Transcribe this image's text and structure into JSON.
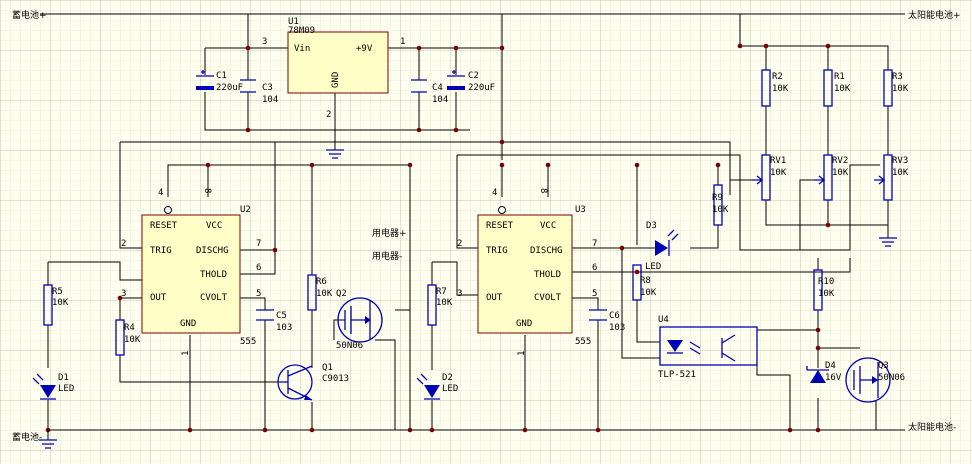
{
  "grid": {
    "minor": "#d8d8c8",
    "major": "#b8b8a8"
  },
  "colors": {
    "component": "#0000b4",
    "wire": "#000000",
    "chip_fill": "#ffffc8",
    "chip_border": "#7a0000",
    "junction": "#7a0000"
  },
  "terminals": {
    "battery_plus": "蓄电池+",
    "solar_plus": "太阳能电池+",
    "battery_minus": "蓄电池-",
    "solar_minus": "太阳能电池-",
    "load_plus": "用电器+",
    "load_minus": "用电器-"
  },
  "regulator": {
    "ref": "U1",
    "part": "78M09",
    "vin": "Vin",
    "vout": "+9V",
    "gnd": "GND",
    "pin_in": "3",
    "pin_out": "1",
    "pin_gnd": "2"
  },
  "timer1": {
    "ref": "U2",
    "part": "555",
    "reset": "RESET",
    "vcc": "VCC",
    "trig": "TRIG",
    "dischg": "DISCHG",
    "thold": "THOLD",
    "out": "OUT",
    "cvolt": "CVOLT",
    "gnd": "GND",
    "pin_reset": "4",
    "pin_vcc": "8",
    "pin_trig": "2",
    "pin_dischg": "7",
    "pin_thold": "6",
    "pin_out": "3",
    "pin_cvolt": "5",
    "pin_gnd": "1"
  },
  "timer2": {
    "ref": "U3",
    "part": "555",
    "reset": "RESET",
    "vcc": "VCC",
    "trig": "TRIG",
    "dischg": "DISCHG",
    "thold": "THOLD",
    "out": "OUT",
    "cvolt": "CVOLT",
    "gnd": "GND",
    "pin_reset": "4",
    "pin_vcc": "8",
    "pin_trig": "2",
    "pin_dischg": "7",
    "pin_thold": "6",
    "pin_out": "3",
    "pin_cvolt": "5",
    "pin_gnd": "1"
  },
  "capacitors": {
    "c1": {
      "ref": "C1",
      "value": "220uF"
    },
    "c2": {
      "ref": "C2",
      "value": "220uF"
    },
    "c3": {
      "ref": "C3",
      "value": "104"
    },
    "c4": {
      "ref": "C4",
      "value": "104"
    },
    "c5": {
      "ref": "C5",
      "value": "103"
    },
    "c6": {
      "ref": "C6",
      "value": "103"
    }
  },
  "resistors": {
    "r1": {
      "ref": "R1",
      "value": "10K"
    },
    "r2": {
      "ref": "R2",
      "value": "10K"
    },
    "r3": {
      "ref": "R3",
      "value": "10K"
    },
    "r4": {
      "ref": "R4",
      "value": "10K"
    },
    "r5": {
      "ref": "R5",
      "value": "10K"
    },
    "r6": {
      "ref": "R6",
      "value": "10K"
    },
    "r7": {
      "ref": "R7",
      "value": "10K"
    },
    "r8": {
      "ref": "R8",
      "value": "10K"
    },
    "r9": {
      "ref": "R9",
      "value": "10K"
    },
    "r10": {
      "ref": "R10",
      "value": "10K"
    }
  },
  "pots": {
    "rv1": {
      "ref": "RV1",
      "value": "10K"
    },
    "rv2": {
      "ref": "RV2",
      "value": "10K"
    },
    "rv3": {
      "ref": "RV3",
      "value": "10K"
    }
  },
  "diodes": {
    "d1": {
      "ref": "D1",
      "value": "LED"
    },
    "d2": {
      "ref": "D2",
      "value": "LED"
    },
    "d3": {
      "ref": "D3",
      "value": "LED"
    },
    "d4": {
      "ref": "D4",
      "value": "16V"
    }
  },
  "transistors": {
    "q1": {
      "ref": "Q1",
      "value": "C9013"
    },
    "q2": {
      "ref": "Q2",
      "value": "50N06"
    },
    "q3": {
      "ref": "Q3",
      "value": "50N06"
    }
  },
  "optocoupler": {
    "ref": "U4",
    "value": "TLP-521"
  }
}
